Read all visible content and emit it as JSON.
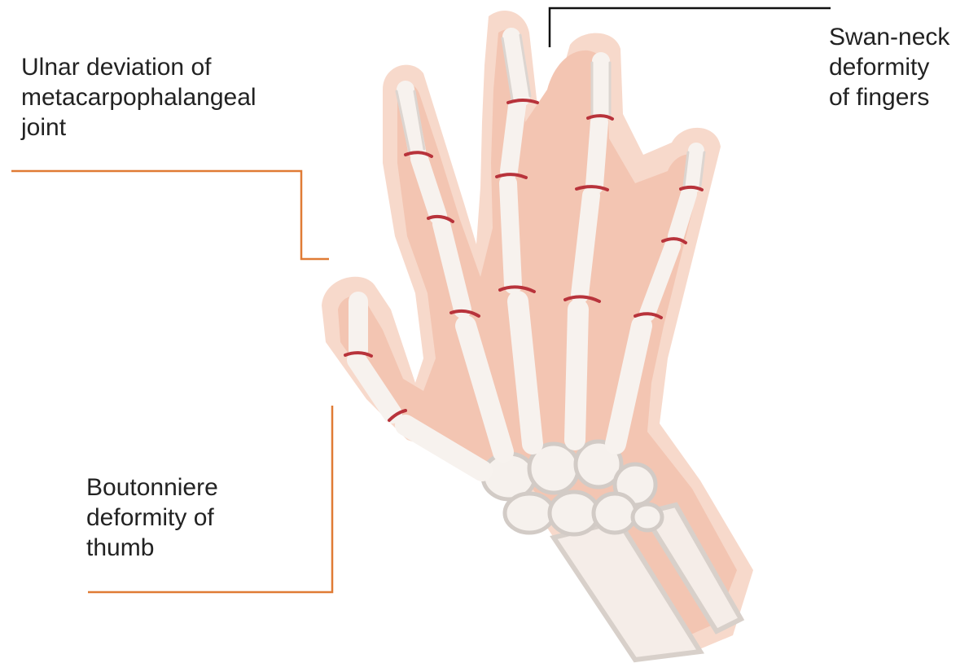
{
  "labels": {
    "ulnar_deviation": [
      "Ulnar deviation of",
      "metacarpophalangeal",
      "joint"
    ],
    "swan_neck": [
      "Swan-neck",
      "deformity",
      "of fingers"
    ],
    "boutonniere": [
      "Boutonniere",
      "deformity of",
      "thumb"
    ]
  },
  "colors": {
    "skin_outer": "#f7d7c7",
    "skin_inner": "#f2c0ad",
    "bone_fill": "#f7f2ee",
    "bone_edge": "#d9d4d0",
    "joint_inflammation": "#b8333b",
    "leader_orange": "#e07b35",
    "leader_black": "#111111",
    "text": "#222222"
  }
}
